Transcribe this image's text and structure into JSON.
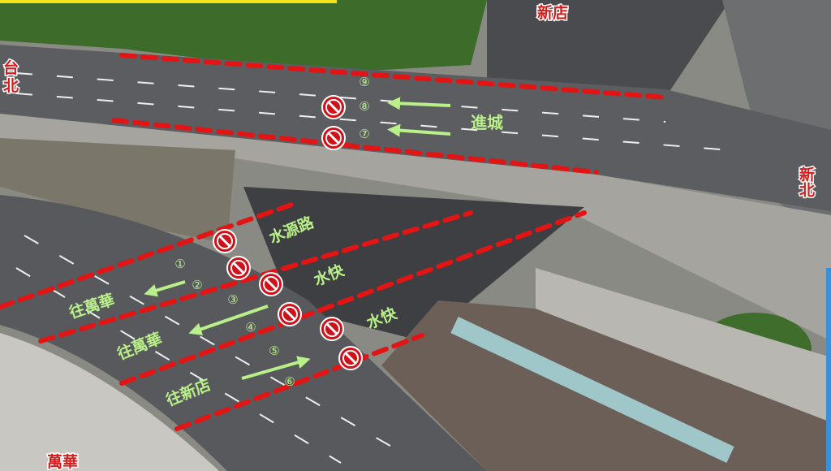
{
  "place_labels": {
    "taipei": "台北",
    "xindian": "新店",
    "new_taipei": "新北",
    "wanhua": "萬華"
  },
  "direction_labels": {
    "into_city": "進城",
    "shuiyuan_road": "水源路",
    "expressway_1": "水快",
    "expressway_2": "水快",
    "to_wanhua_1": "往萬華",
    "to_wanhua_2": "往萬華",
    "to_xindian": "往新店"
  },
  "lane_numbers": [
    "①",
    "②",
    "③",
    "④",
    "⑤",
    "⑥",
    "⑦",
    "⑧",
    "⑨"
  ],
  "closed_lane_signs": 8,
  "colors": {
    "closure_line": "#e31414",
    "arrow": "#b9f08a",
    "place_label": "#d41c1c"
  }
}
